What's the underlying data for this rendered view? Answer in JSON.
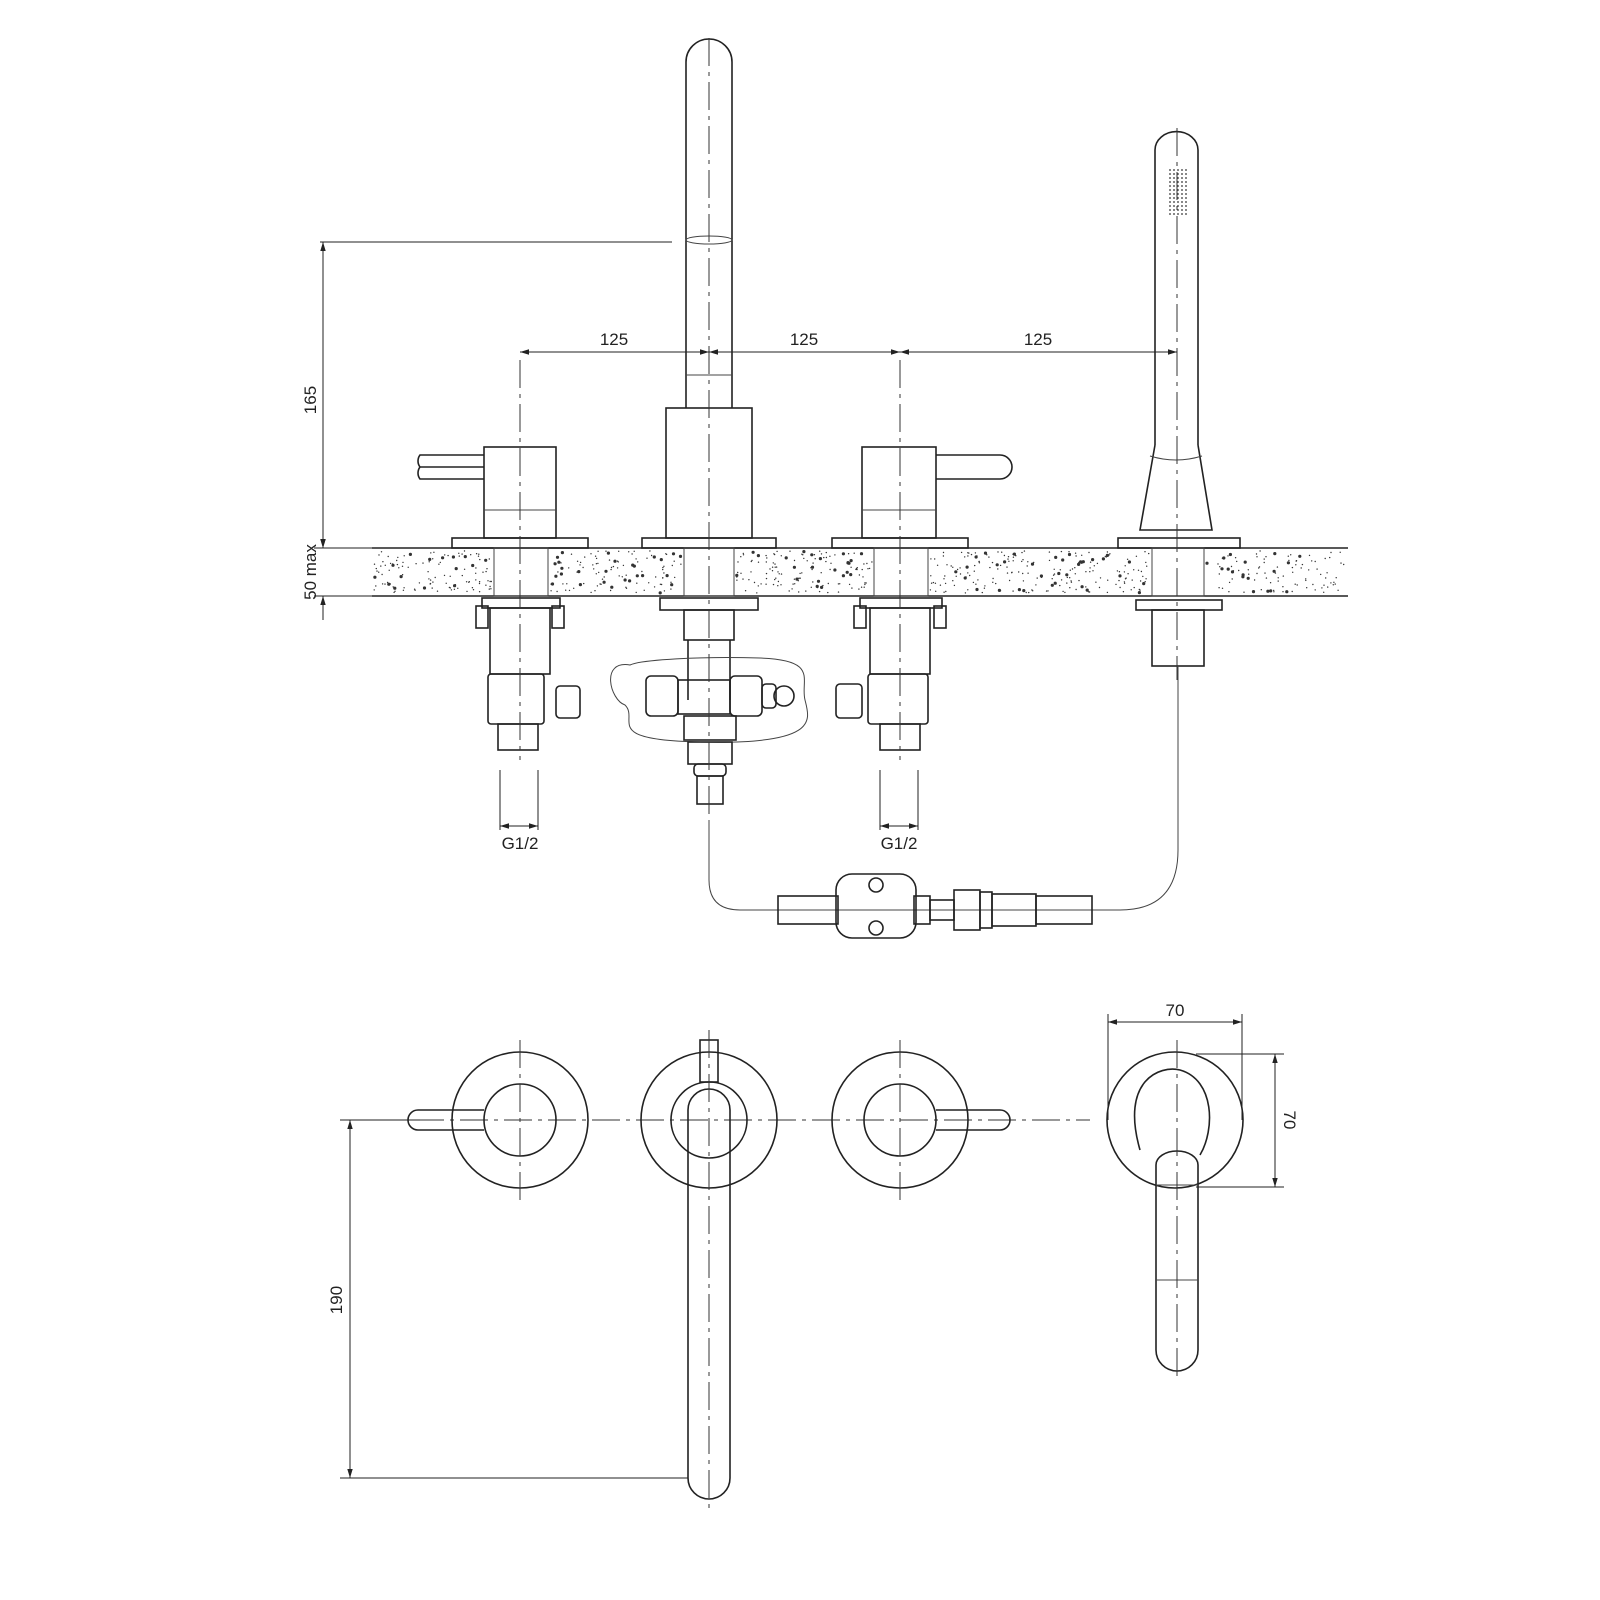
{
  "dimensions": {
    "spacing_left": "125",
    "spacing_middle": "125",
    "spacing_right": "125",
    "spout_height": "165",
    "deck_thickness": "50 max",
    "inlet_left": "G1/2",
    "inlet_right": "G1/2",
    "plate_width": "70",
    "plate_height": "70",
    "spout_projection": "190"
  }
}
